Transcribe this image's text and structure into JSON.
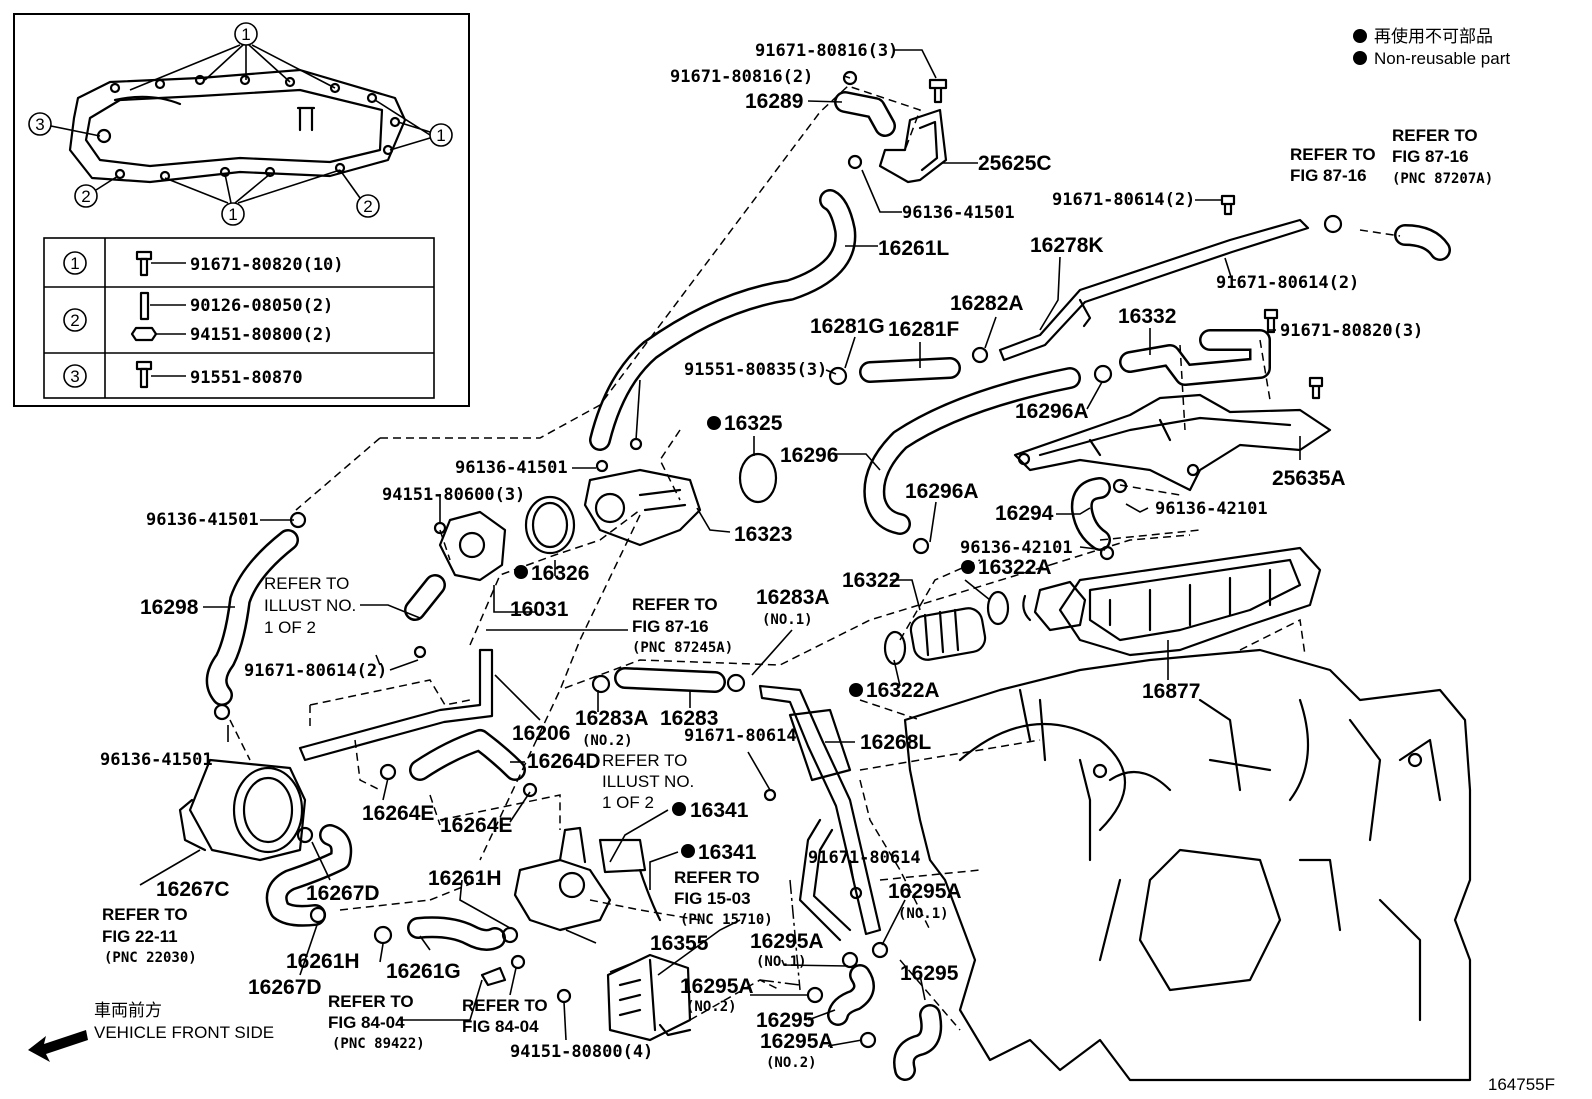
{
  "diagram_code": "164755F",
  "legend": {
    "reusable_jp": "再使用不可部品",
    "reusable_en": "Non-reusable part"
  },
  "vehicle_front": {
    "jp": "車両前方",
    "en": "VEHICLE FRONT SIDE"
  },
  "inset": {
    "callouts": [
      "1",
      "2",
      "3"
    ],
    "table": [
      {
        "ref": "1",
        "parts": [
          "91671-80820(10)"
        ]
      },
      {
        "ref": "2",
        "parts": [
          "90126-08050(2)",
          "94151-80800(2)"
        ]
      },
      {
        "ref": "3",
        "parts": [
          "91551-80870"
        ]
      }
    ]
  },
  "labels": {
    "l_91671_80816_3": "91671-80816(3)",
    "l_91671_80816_2": "91671-80816(2)",
    "l_16289": "16289",
    "l_25625c": "25625C",
    "l_96136_41501_a": "96136-41501",
    "l_16261l": "16261L",
    "l_91671_80614_2a": "91671-80614(2)",
    "l_16278k": "16278K",
    "l_91671_80614_2b": "91671-80614(2)",
    "l_91671_80820_3": "91671-80820(3)",
    "l_16282a": "16282A",
    "l_16281g": "16281G",
    "l_16281f": "16281F",
    "l_16332": "16332",
    "l_91551_80835_3": "91551-80835(3)",
    "l_16325": "16325",
    "l_16296a_a": "16296A",
    "l_16296": "16296",
    "l_25635a": "25635A",
    "l_96136_41501_b": "96136-41501",
    "l_94151_80600_3": "94151-80600(3)",
    "l_16296a_b": "16296A",
    "l_16294": "16294",
    "l_96136_42101_a": "96136-42101",
    "l_96136_41501_c": "96136-41501",
    "l_16323": "16323",
    "l_96136_42101_b": "96136-42101",
    "l_16326": "16326",
    "l_16322": "16322",
    "l_16322a_a": "16322A",
    "l_16298": "16298",
    "l_16031": "16031",
    "l_16283a_a": "16283A",
    "l_no1_a": "(NO.1)",
    "l_16877": "16877",
    "l_16322a_b": "16322A",
    "l_91671_80614_2c": "91671-80614(2)",
    "l_16283a_b": "16283A",
    "l_no2_a": "(NO.2)",
    "l_16283": "16283",
    "l_16206": "16206",
    "l_96136_41501_d": "96136-41501",
    "l_16264d": "16264D",
    "l_91671_80614_a": "91671-80614",
    "l_16268l": "16268L",
    "l_16264e_a": "16264E",
    "l_16264e_b": "16264E",
    "l_16341_a": "16341",
    "l_16341_b": "16341",
    "l_91671_80614_b": "91671-80614",
    "l_16267c": "16267C",
    "l_16267d_a": "16267D",
    "l_16261h_a": "16261H",
    "l_16295a_a": "16295A",
    "l_no1_b": "(NO.1)",
    "l_16355": "16355",
    "l_16295a_b": "16295A",
    "l_no1_c": "(NO.1)",
    "l_16261h_b": "16261H",
    "l_16261g": "16261G",
    "l_16295": "16295",
    "l_16267d_b": "16267D",
    "l_16295a_c": "16295A",
    "l_no2_b": "(NO.2)",
    "l_16295_b": "16295",
    "l_16295a_d": "16295A",
    "l_no2_c": "(NO.2)",
    "l_94151_80800_4": "94151-80800(4)"
  },
  "refs": {
    "ref_87_16_a": {
      "l1": "REFER TO",
      "l2": "FIG 87-16"
    },
    "ref_87_16_b": {
      "l1": "REFER TO",
      "l2": "FIG 87-16",
      "l3": "(PNC 87207A)"
    },
    "ref_87_16_c": {
      "l1": "REFER TO",
      "l2": "FIG 87-16",
      "l3": "(PNC 87245A)"
    },
    "ref_illust_a": {
      "l1": "REFER TO",
      "l2": "ILLUST NO.",
      "l3": "1 OF 2"
    },
    "ref_illust_b": {
      "l1": "REFER TO",
      "l2": "ILLUST NO.",
      "l3": "1 OF 2"
    },
    "ref_15_03": {
      "l1": "REFER TO",
      "l2": "FIG 15-03",
      "l3": "(PNC 15710)"
    },
    "ref_22_11": {
      "l1": "REFER TO",
      "l2": "FIG 22-11",
      "l3": "(PNC 22030)"
    },
    "ref_84_04_a": {
      "l1": "REFER TO",
      "l2": "FIG 84-04",
      "l3": "(PNC 89422)"
    },
    "ref_84_04_b": {
      "l1": "REFER TO",
      "l2": "FIG 84-04"
    }
  }
}
